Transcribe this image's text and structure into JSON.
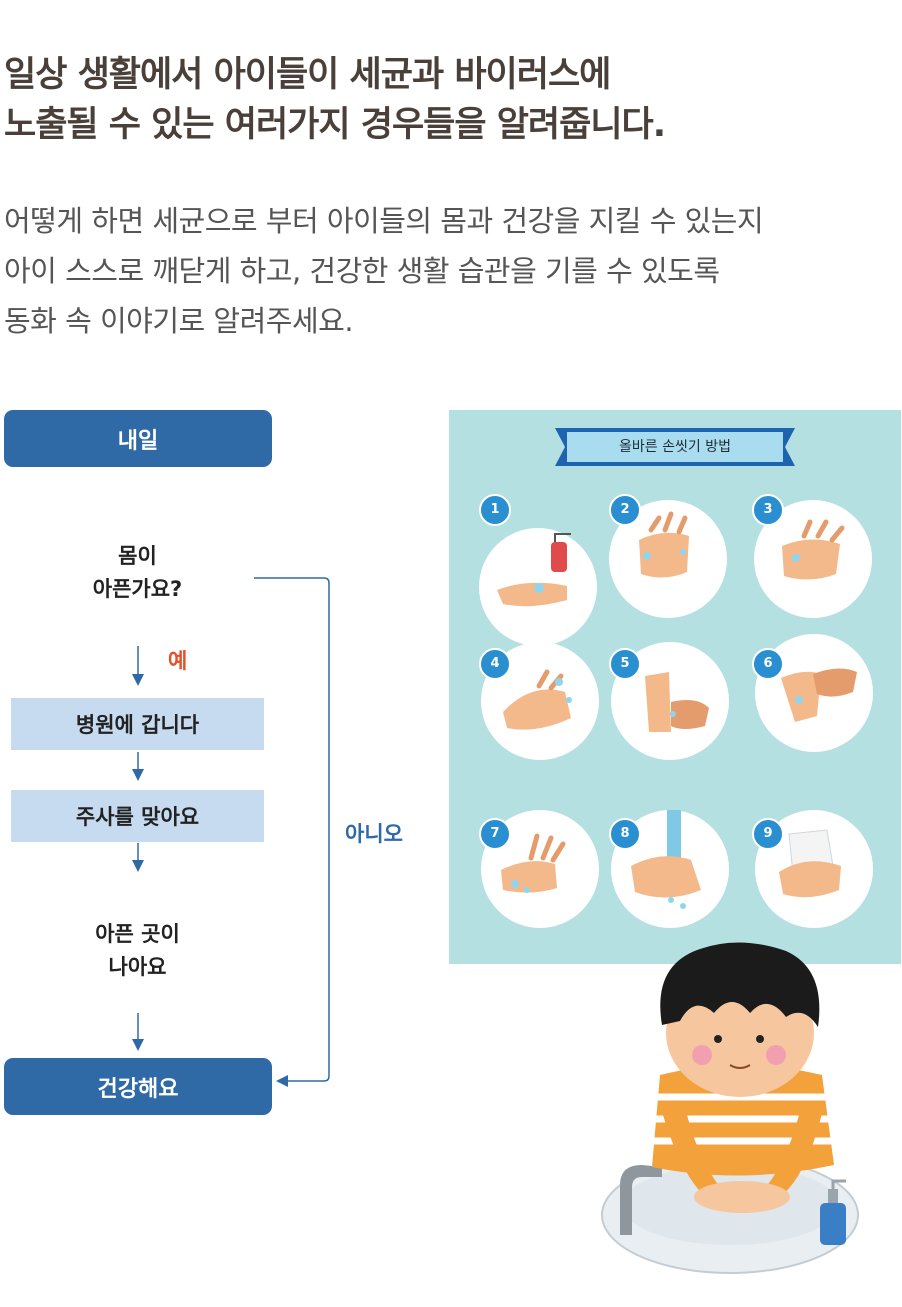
{
  "headline": {
    "line1": "일상 생활에서 아이들이 세균과 바이러스에",
    "line2": "노출될 수 있는 여러가지 경우들을 알려줍니다."
  },
  "description": {
    "line1": "어떻게 하면 세균으로 부터 아이들의 몸과 건강을 지킬 수 있는지",
    "line2": "아이 스스로 깨닫게 하고, 건강한 생활 습관을 기를 수 있도록",
    "line3": "동화 속 이야기로 알려주세요."
  },
  "flow": {
    "start": "내일",
    "question_line1": "몸이",
    "question_line2": "아픈가요?",
    "yes_label": "예",
    "no_label": "아니오",
    "step1": "병원에 갑니다",
    "step2": "주사를 맞아요",
    "result_line1": "아픈 곳이",
    "result_line2": "나아요",
    "end": "건강해요"
  },
  "poster": {
    "title": "올바른 손씻기 방법",
    "steps": [
      "1",
      "2",
      "3",
      "4",
      "5",
      "6",
      "7",
      "8",
      "9"
    ]
  },
  "colors": {
    "headline": "#4a4039",
    "pill": "#2f6aa6",
    "step_box": "#c6dbf0",
    "yes": "#e4502a",
    "poster_bg": "#b5e0e2",
    "step_badge": "#2a8fd0"
  }
}
